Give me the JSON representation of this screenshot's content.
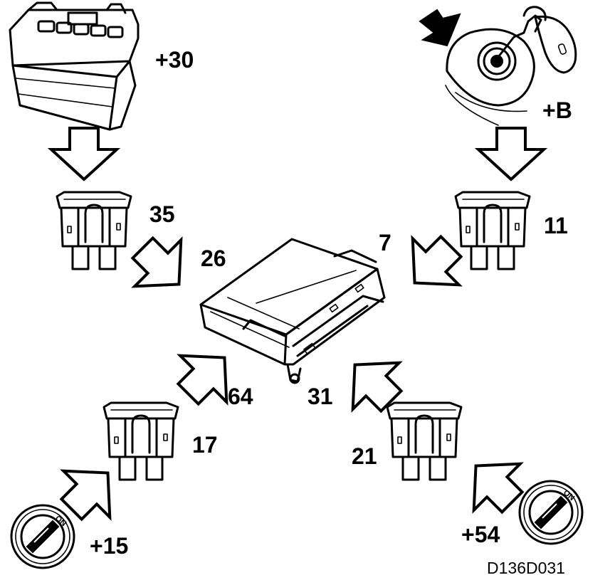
{
  "diagram": {
    "sources": {
      "battery": {
        "label": "+30",
        "icon": "battery-icon"
      },
      "ignition_key": {
        "label": "+B",
        "icon": "ignition-key-icon"
      },
      "ignition_switch_left": {
        "label": "+15",
        "on_text": "ON",
        "icon": "ignition-switch-icon"
      },
      "ignition_switch_right": {
        "label": "+54",
        "on_text": "ON",
        "icon": "ignition-switch-icon"
      }
    },
    "fuses": {
      "top_left": {
        "label": "35",
        "icon": "blade-fuse-icon"
      },
      "top_right": {
        "label": "11",
        "icon": "blade-fuse-icon"
      },
      "bottom_left": {
        "label": "17",
        "icon": "blade-fuse-icon"
      },
      "bottom_right": {
        "label": "21",
        "icon": "blade-fuse-icon"
      }
    },
    "control_unit": {
      "icon": "control-module-icon",
      "pins": {
        "top_left": "26",
        "top_right": "7",
        "bottom_left": "64",
        "bottom_right": "31"
      }
    },
    "figure_code": "D136D031"
  }
}
